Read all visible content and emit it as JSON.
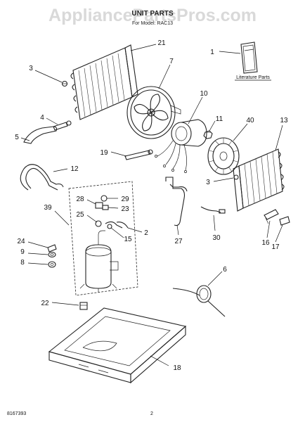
{
  "watermark": "AppliancePartsPros.com",
  "header": {
    "title": "UNIT PARTS",
    "subtitle": "For Model: RAC13"
  },
  "literature_label": "Literature Parts",
  "callouts": {
    "c1": "1",
    "c2": "2",
    "c3a": "3",
    "c3b": "3",
    "c4": "4",
    "c5": "5",
    "c6": "6",
    "c7": "7",
    "c8": "8",
    "c9": "9",
    "c10": "10",
    "c11": "11",
    "c12": "12",
    "c13": "13",
    "c15": "15",
    "c16": "16",
    "c17": "17",
    "c18": "18",
    "c19": "19",
    "c21": "21",
    "c22": "22",
    "c23": "23",
    "c24": "24",
    "c25": "25",
    "c27": "27",
    "c28": "28",
    "c29": "29",
    "c30": "30",
    "c39": "39",
    "c40": "40"
  },
  "footer": {
    "doc_number": "8167393",
    "page": "2"
  }
}
